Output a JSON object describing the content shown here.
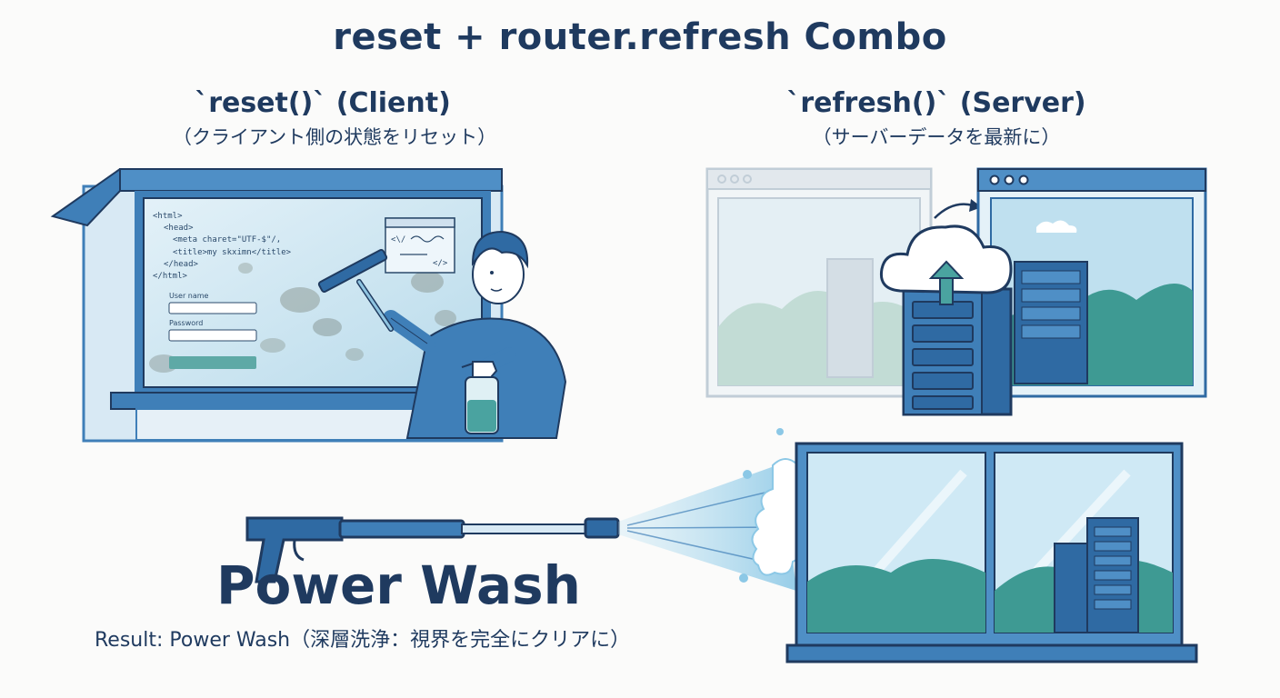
{
  "title": "reset + router.refresh Combo",
  "client": {
    "heading": "`reset()` (Client)",
    "subheading": "（クライアント側の状態をリセット）",
    "code_lines": [
      "<html>",
      "<head>",
      "<meta charet=\"UTF-$\"/,",
      "<title>my skximn</title>",
      "</head>",
      "</html>"
    ],
    "form": {
      "username_label": "User name",
      "password_label": "Password"
    },
    "snippet_lines": [
      "<\\/",
      "</>"
    ]
  },
  "server": {
    "heading": "`refresh()` (Server)",
    "subheading": "（サーバーデータを最新に）"
  },
  "power_wash": {
    "title": "Power Wash",
    "result": "Result: Power Wash（深層洗浄：視界を完全にクリアに）"
  },
  "colors": {
    "navy": "#1f3a5f",
    "frame_blue": "#3f7fb8",
    "glass": "#cfe6f2",
    "teal": "#4aa3a0"
  },
  "icons": [
    "squeegee-icon",
    "spray-bottle-icon",
    "cloud-upload-icon",
    "server-rack-icon",
    "pressure-washer-icon",
    "refresh-arrow-icon"
  ]
}
